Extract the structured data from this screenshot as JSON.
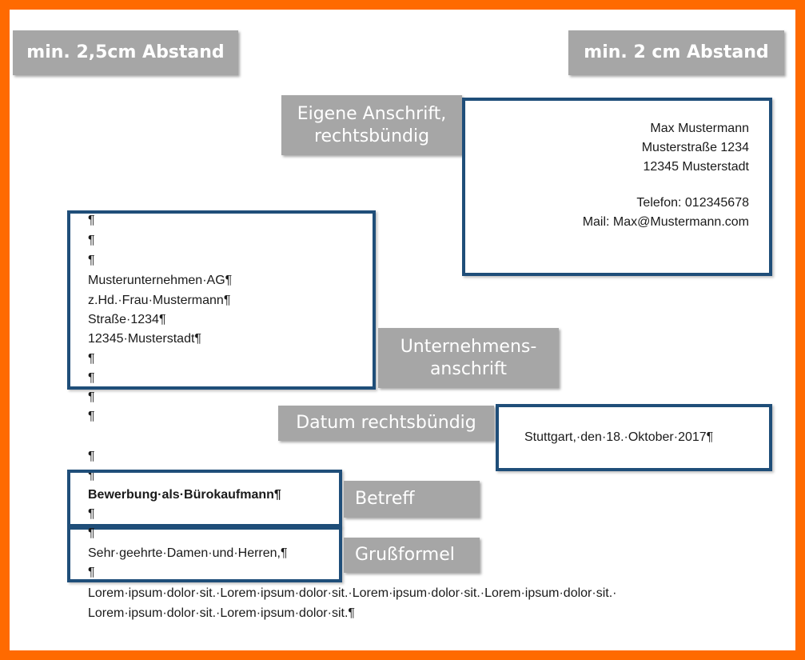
{
  "labels": {
    "left_margin": "min. 2,5cm Abstand",
    "right_margin": "min. 2 cm Abstand",
    "own_address_1": "Eigene Anschrift,",
    "own_address_2": "rechtsbündig",
    "company_address_1": "Unternehmens-",
    "company_address_2": "anschrift",
    "date": "Datum rechtsbündig",
    "subject": "Betreff",
    "greeting": "Grußformel"
  },
  "sender": {
    "name": "Max Mustermann",
    "street": "Musterstraße 1234",
    "city": "12345 Musterstadt",
    "phone": "Telefon: 012345678",
    "mail": "Mail: Max@Mustermann.com"
  },
  "recipient": {
    "p1": "¶",
    "p2": "¶",
    "p3": "¶",
    "company": "Musterunternehmen·AG¶",
    "attn": "z.Hd.·Frau·Mustermann¶",
    "street": "Straße·1234¶",
    "city": "12345·Musterstadt¶",
    "p4": "¶",
    "p5": "¶",
    "p6": "¶",
    "p7": "¶"
  },
  "date_line": "Stuttgart,·den·18.·Oktober·2017¶",
  "letter": {
    "p8": "¶",
    "p9": "¶",
    "subject": "Bewerbung·als·Bürokaufmann¶",
    "p10": "¶",
    "p11": "¶",
    "greeting": "Sehr·geehrte·Damen·und·Herren,¶",
    "p12": "¶",
    "body1": "Lorem·ipsum·dolor·sit.·Lorem·ipsum·dolor·sit.·Lorem·ipsum·dolor·sit.·Lorem·ipsum·dolor·sit.·",
    "body2": "Lorem·ipsum·dolor·sit.·Lorem·ipsum·dolor·sit.¶"
  },
  "colors": {
    "border": "#ff6a00",
    "label_bg": "#a6a6a6",
    "frame": "#1f4e79"
  }
}
